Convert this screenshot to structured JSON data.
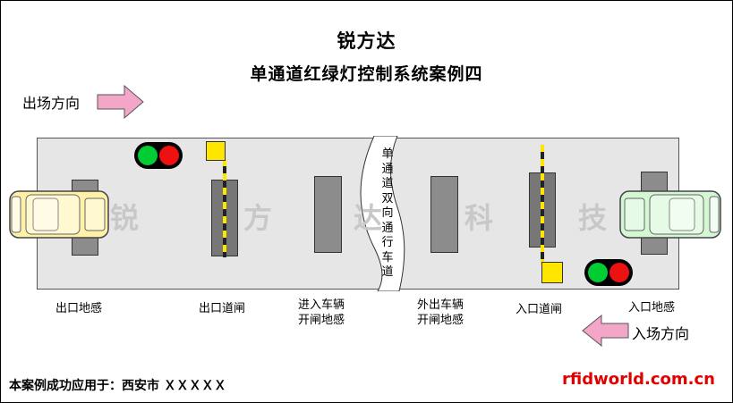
{
  "header": {
    "brand": "锐方达",
    "subtitle": "单通道红绿灯控制系统案例四"
  },
  "directions": {
    "exit": "出场方向",
    "entry": "入场方向"
  },
  "watermark": [
    "锐",
    "方",
    "达",
    "科",
    "技"
  ],
  "lane_note": [
    "单",
    "通",
    "道",
    "双",
    "向",
    "通",
    "行",
    "车",
    "道"
  ],
  "labels": {
    "exit_loop": "出口地感",
    "exit_barrier": "出口道闸",
    "enter_loop_line1": "进入车辆",
    "enter_loop_line2": "开闸地感",
    "out_loop_line1": "外出车辆",
    "out_loop_line2": "开闸地感",
    "entry_barrier": "入口道闸",
    "entry_loop": "入口地感"
  },
  "footer": {
    "application": "本案例成功应用于：西安市 ＸＸＸＸＸ",
    "site": "rfidworld.com.cn"
  },
  "colors": {
    "arrow_fill": "#f4a6c8",
    "lamp_green": "#00cc33",
    "lamp_red": "#ee1111",
    "barrier_sign": "#ffe600",
    "exit_car": "#fff1a8",
    "entry_car": "#d4f7d4",
    "footer_site": "#e00000"
  },
  "icons": [
    "arrow-right-icon",
    "arrow-left-icon",
    "traffic-light-icon",
    "car-icon",
    "barrier-gate-icon"
  ]
}
